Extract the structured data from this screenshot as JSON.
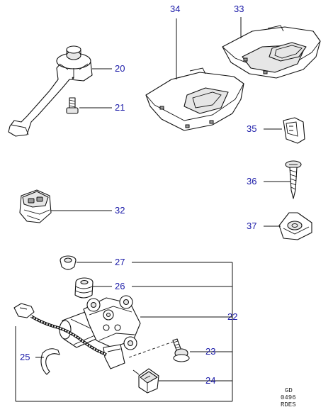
{
  "callouts": {
    "c20": "20",
    "c21": "21",
    "c22": "22",
    "c23": "23",
    "c24": "24",
    "c25": "25",
    "c26": "26",
    "c27": "27",
    "c32": "32",
    "c33": "33",
    "c34": "34",
    "c35": "35",
    "c36": "36",
    "c37": "37"
  },
  "reference_code": {
    "line1": "GD",
    "line2": "0496",
    "line3": "RDES"
  },
  "colors": {
    "callout_text": "#1a1aa8",
    "line_art": "#111111",
    "background": "#ffffff"
  }
}
